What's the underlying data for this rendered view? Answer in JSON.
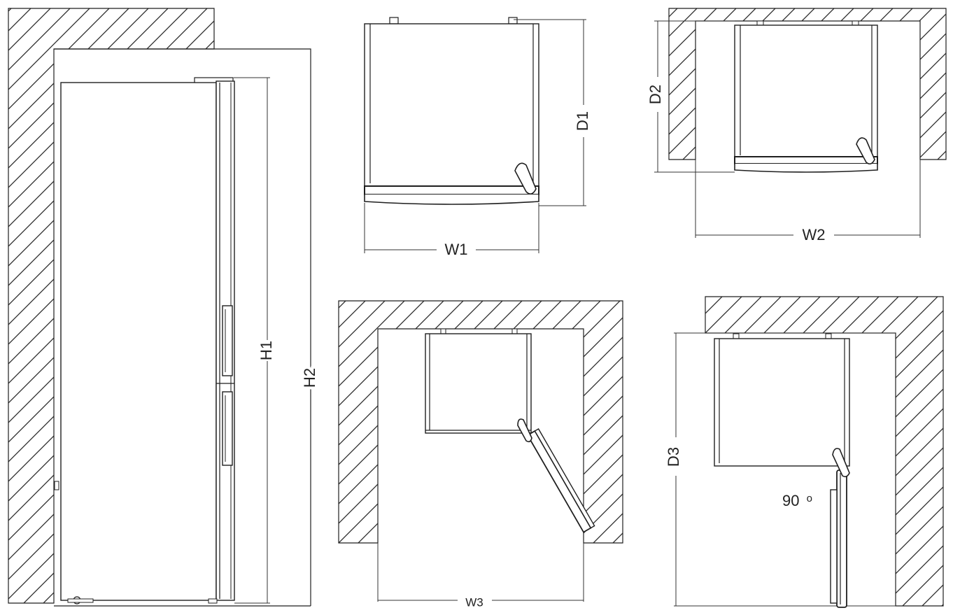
{
  "labels": {
    "h1": "H1",
    "h2": "H2",
    "d1": "D1",
    "w1": "W1",
    "d2": "D2",
    "w2": "W2",
    "w3": "W3",
    "d3": "D3",
    "angle": "90",
    "degree_symbol": "o"
  },
  "colors": {
    "stroke": "#1f1f1f",
    "dim_line": "#333333",
    "hatch": "#2a2a2a",
    "background": "#ffffff"
  }
}
